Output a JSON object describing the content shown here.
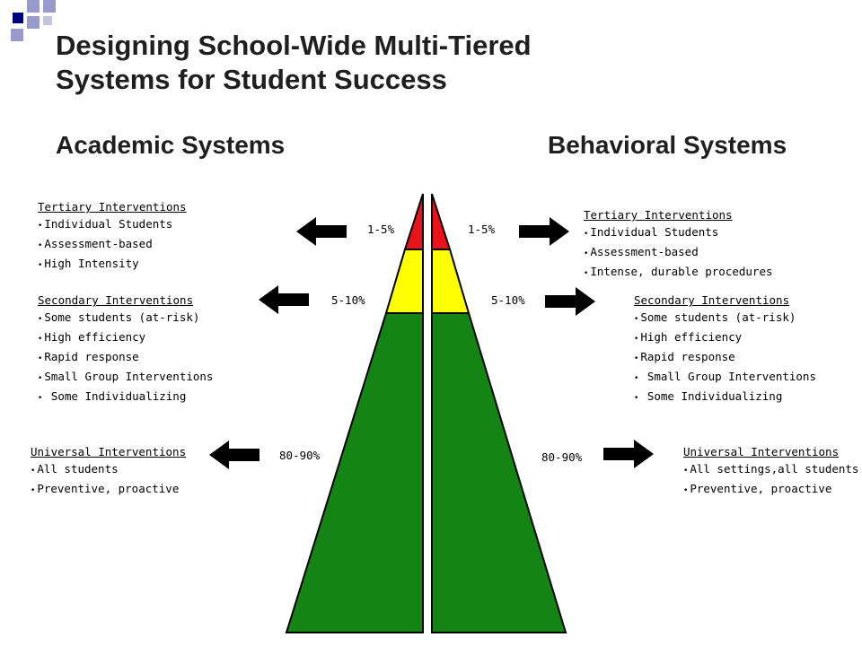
{
  "title": {
    "line1": "Designing School-Wide Multi-Tiered",
    "line2": "Systems for Student Success"
  },
  "left_heading": "Academic Systems",
  "right_heading": "Behavioral Systems",
  "colors": {
    "tier3": "#e8141a",
    "tier2": "#ffff00",
    "tier1": "#148414",
    "decor_dark": "#000080",
    "decor_light": "#9999cc"
  },
  "left_tiers": [
    {
      "percent": "1-5%",
      "heading": "Tertiary Interventions",
      "bullets": [
        "Individual Students",
        "Assessment-based",
        "High Intensity"
      ]
    },
    {
      "percent": "5-10%",
      "heading": "Secondary Interventions",
      "bullets": [
        "Some students (at-risk)",
        "High efficiency",
        "Rapid response",
        "Small Group Interventions",
        " Some Individualizing"
      ]
    },
    {
      "percent": "80-90%",
      "heading": "Universal Interventions",
      "bullets": [
        "All students",
        "Preventive, proactive"
      ]
    }
  ],
  "right_tiers": [
    {
      "percent": "1-5%",
      "heading": "Tertiary Interventions",
      "bullets": [
        "Individual Students",
        "Assessment-based",
        "Intense, durable procedures"
      ]
    },
    {
      "percent": "5-10%",
      "heading": "Secondary Interventions",
      "bullets": [
        "Some students (at-risk)",
        "High efficiency",
        "Rapid response",
        " Small Group Interventions",
        " Some Individualizing"
      ]
    },
    {
      "percent": "80-90%",
      "heading": "Universal Interventions",
      "bullets": [
        "All settings,all students",
        "Preventive, proactive"
      ]
    }
  ]
}
